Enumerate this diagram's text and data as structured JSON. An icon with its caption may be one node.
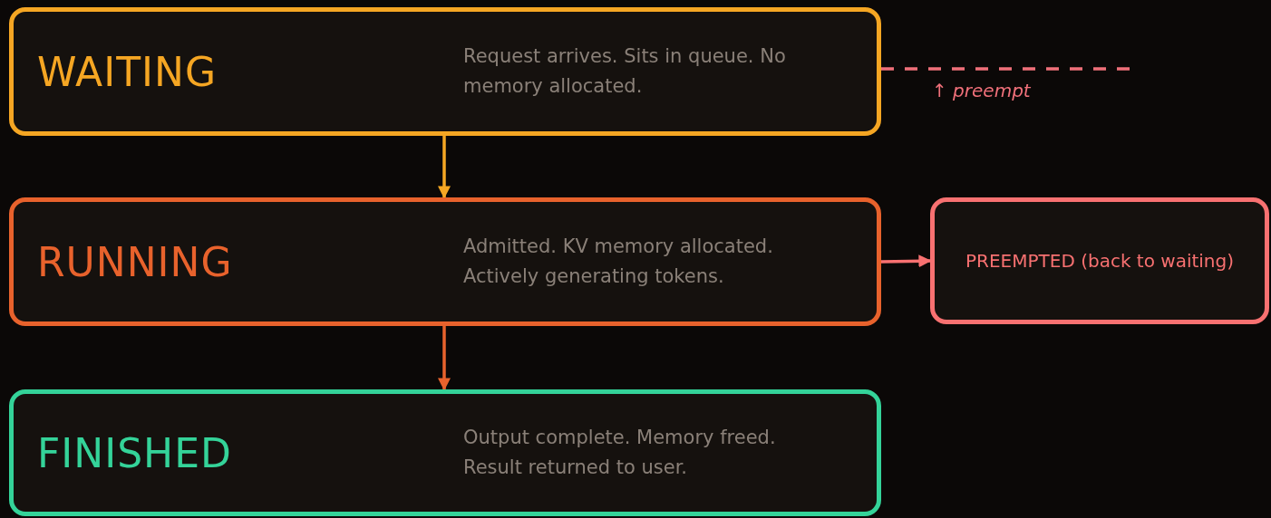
{
  "diagram": {
    "nodes": [
      {
        "text": [
          "WAITING",
          "Request arrives. Sits in queue. No memory allocated."
        ]
      },
      {
        "text": [
          "RUNNING",
          "Admitted. KV memory allocated. Actively generating tokens."
        ]
      },
      {
        "text": [
          "FINISHED",
          "Output complete. Memory freed. Result returned to user."
        ]
      },
      {
        "text": [
          "PREEMPTED (back to waiting)"
        ]
      }
    ],
    "edges": [
      {
        "from": 0,
        "to": 1,
        "arrow": "to",
        "color": "#f5a623"
      },
      {
        "from": 1,
        "to": 2,
        "arrow": "to",
        "color": "#e8622c"
      },
      {
        "from": 1,
        "to": 3,
        "arrow": "to",
        "color": "#f87171"
      },
      {
        "from": 0,
        "to": null,
        "arrow": "none",
        "style": "dashed",
        "color": "#f0707a",
        "label": "↑ preempt"
      }
    ]
  }
}
